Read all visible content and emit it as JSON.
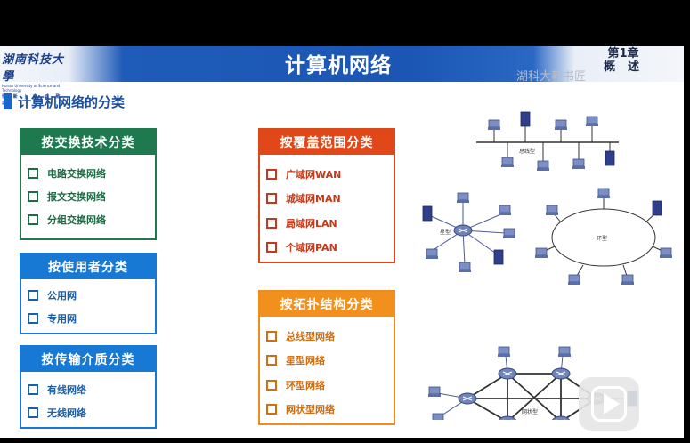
{
  "header": {
    "logo_name": "湖南科技大學",
    "logo_sub": "Hunan University of Science and Technology",
    "logo_motto": "博 新 | 真 诚 致 志",
    "title": "计算机网络",
    "chapter_line1": "第1章",
    "chapter_line2": "概述",
    "watermark": "湖科大教书匠"
  },
  "section_title": "计算机网络的分类",
  "boxes": {
    "switching": {
      "title": "按交换技术分类",
      "items": [
        "电路交换网络",
        "报文交换网络",
        "分组交换网络"
      ]
    },
    "users": {
      "title": "按使用者分类",
      "items": [
        "公用网",
        "专用网"
      ]
    },
    "medium": {
      "title": "按传输介质分类",
      "items": [
        "有线网络",
        "无线网络"
      ]
    },
    "coverage": {
      "title": "按覆盖范围分类",
      "items": [
        "广域网WAN",
        "城域网MAN",
        "局域网LAN",
        "个域网PAN"
      ]
    },
    "topology": {
      "title": "按拓扑结构分类",
      "items": [
        "总线型网络",
        "星型网络",
        "环型网络",
        "网状型网络"
      ]
    }
  },
  "diagrams": {
    "bus_label": "总线型",
    "star_label": "星型",
    "ring_label": "环型",
    "mesh_label": "网状型"
  },
  "colors": {
    "green": "#1e7a4e",
    "blue": "#1779d4",
    "red": "#e0481a",
    "orange": "#f2901e",
    "header_blue": "#1b56b4"
  }
}
